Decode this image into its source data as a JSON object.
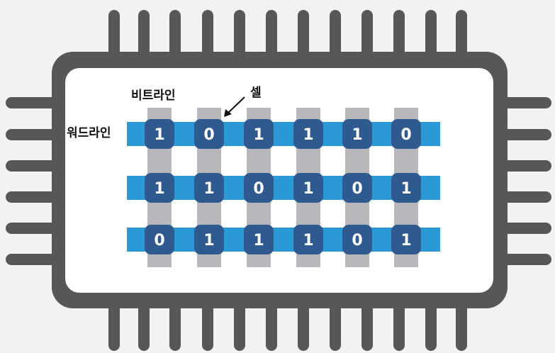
{
  "labels": {
    "bitline": "비트라인",
    "cell": "셀",
    "wordline": "워드라인"
  },
  "grid": {
    "rows": [
      [
        "1",
        "0",
        "1",
        "1",
        "1",
        "0"
      ],
      [
        "1",
        "1",
        "0",
        "1",
        "0",
        "1"
      ],
      [
        "0",
        "1",
        "1",
        "1",
        "0",
        "1"
      ]
    ]
  },
  "colors": {
    "chip": "#575757",
    "face": "#ffffff",
    "bitline": "#b8b8bc",
    "wordline": "#2b99d6",
    "cell": "#2e5a90",
    "background": "#f2f2f2"
  }
}
